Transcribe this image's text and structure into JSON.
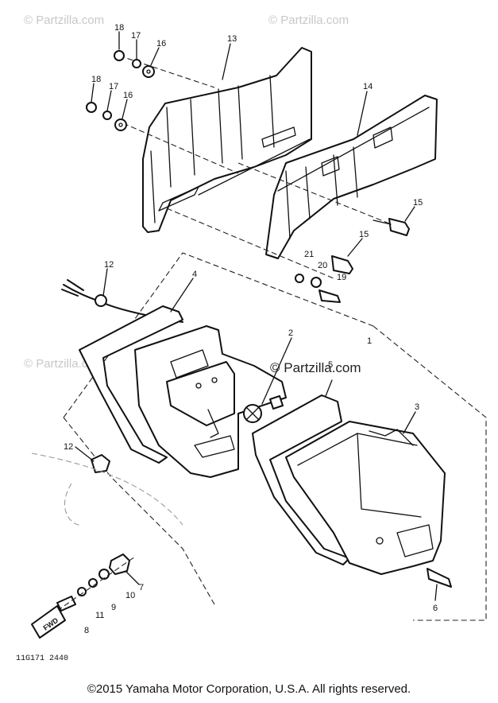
{
  "watermarks": {
    "top_left": "© Partzilla.com",
    "top_right": "© Partzilla.com",
    "mid_left": "© Partzilla.com",
    "center": "© Partzilla.com"
  },
  "callouts": {
    "c18a": "18",
    "c17a": "17",
    "c16a": "16",
    "c18b": "18",
    "c17b": "17",
    "c16b": "16",
    "c13": "13",
    "c14": "14",
    "c15a": "15",
    "c15b": "15",
    "c21": "21",
    "c20": "20",
    "c19": "19",
    "c12a": "12",
    "c4": "4",
    "c2": "2",
    "c1": "1",
    "c5": "5",
    "c3": "3",
    "c12b": "12",
    "c7": "7",
    "c10": "10",
    "c9": "9",
    "c11": "11",
    "c8": "8",
    "c6": "6"
  },
  "fwd_label": "FWD",
  "drawing_code": "11G171 2440",
  "copyright": "©2015 Yamaha Motor Corporation, U.S.A. All rights reserved."
}
